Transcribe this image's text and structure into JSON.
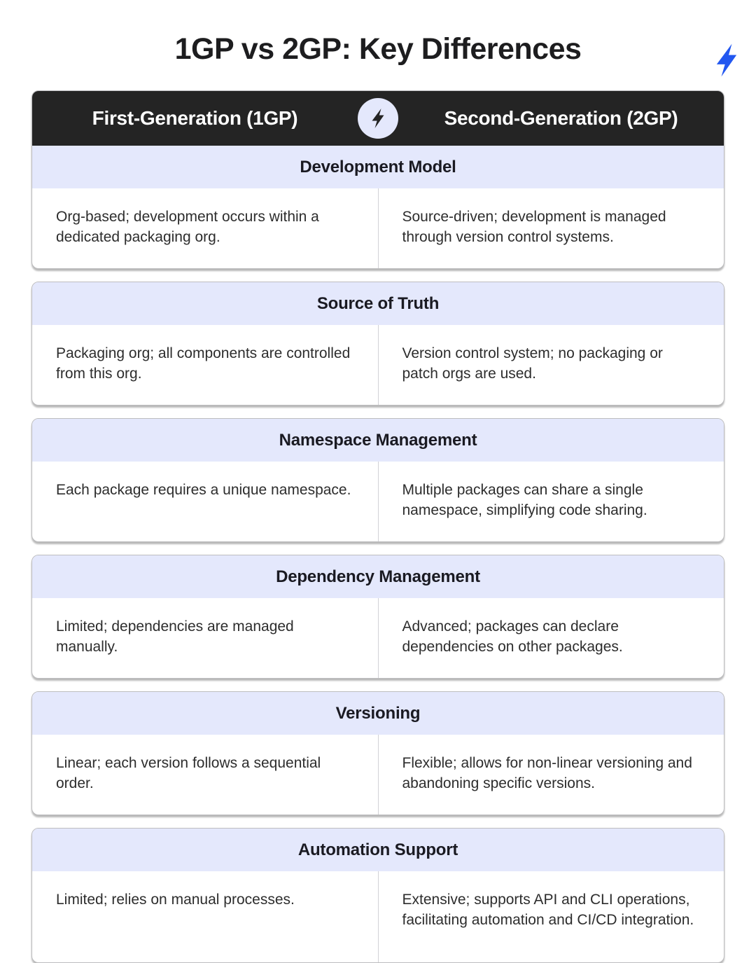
{
  "page": {
    "title": "1GP vs 2GP: Key Differences"
  },
  "colors": {
    "accent_blue": "#2257f0",
    "header_bg": "#242424",
    "band_bg": "#e4e8fc",
    "body_text": "#2d2d2d"
  },
  "icons": {
    "top_right": "lightning-bolt",
    "header_badge": "lightning-bolt"
  },
  "header": {
    "left_label": "First-Generation (1GP)",
    "right_label": "Second-Generation (2GP)"
  },
  "sections": [
    {
      "title": "Development Model",
      "gp1": "Org-based; development occurs within a dedicated packaging org.",
      "gp2": "Source-driven; development is managed through version control systems."
    },
    {
      "title": "Source of Truth",
      "gp1": "Packaging org; all components are controlled from this org.",
      "gp2": "Version control system; no packaging or patch orgs are used."
    },
    {
      "title": "Namespace Management",
      "gp1": "Each package requires a unique namespace.",
      "gp2": "Multiple packages can share a single namespace, simplifying code sharing."
    },
    {
      "title": "Dependency Management",
      "gp1": "Limited; dependencies are managed manually.",
      "gp2": "Advanced; packages can declare dependencies on other packages."
    },
    {
      "title": "Versioning",
      "gp1": "Linear; each version follows a sequential order.",
      "gp2": "Flexible; allows for non-linear versioning and abandoning specific versions."
    },
    {
      "title": "Automation Support",
      "gp1": "Limited; relies on manual processes.",
      "gp2": "Extensive; supports API and CLI operations, facilitating automation and CI/CD integration."
    }
  ]
}
